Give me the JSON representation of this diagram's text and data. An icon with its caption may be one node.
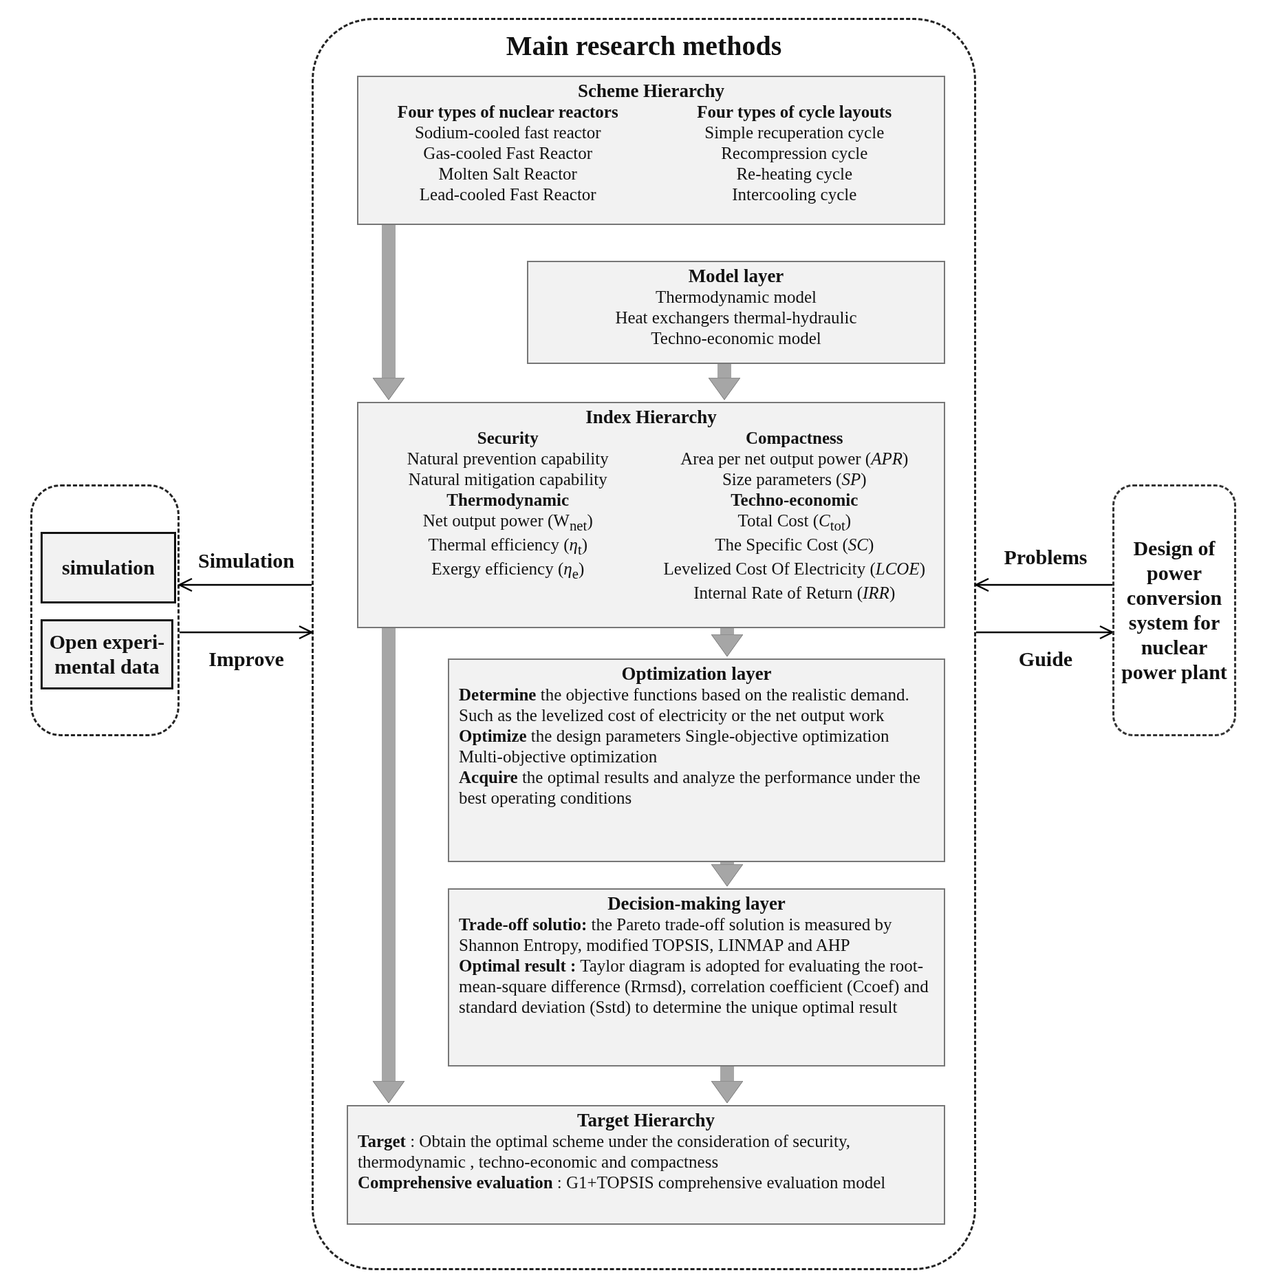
{
  "diagram": {
    "nodes": [
      {
        "text": [
          "Main research methods"
        ]
      },
      {
        "text": [
          "Scheme Hierarchy",
          "Four types of nuclear reactors",
          "Four types of cycle layouts",
          "Sodium-cooled fast reactor",
          "Simple recuperation cycle",
          "Gas-cooled Fast Reactor",
          "Recompression cycle",
          "Molten Salt Reactor",
          "Re-heating cycle",
          "Lead-cooled Fast Reactor",
          "Intercooling cycle"
        ],
        "in": 0
      },
      {
        "text": [
          "Model layer",
          "Thermodynamic model",
          "Heat exchangers thermal-hydraulic",
          "Techno-economic model"
        ],
        "in": 0
      },
      {
        "text": [
          "Index Hierarchy",
          "Security",
          "Compactness",
          "Natural prevention capability",
          "Area per net output power (*APR*)",
          "Natural mitigation capability",
          "Size parameters (*SP*)",
          "Thermodynamic",
          "Techno-economic",
          "Net output power (W$_{net}$)",
          "Total Cost (*C*$_{tot}$)",
          "Thermal efficiency (*η*$_{t}$)",
          "The Specific Cost (*SC*)",
          "Exergy efficiency (*η*$_{e}$)",
          "Levelized Cost Of Electricity (*LCOE*)",
          "Internal Rate of Return (*IRR*)"
        ],
        "in": 0
      },
      {
        "text": [
          "Optimization layer",
          "**Determine** the objective functions based on the realistic demand. Such as the levelized cost of electricity or  the net output work",
          "**Optimize** the design parameters Single-objective optimization Multi-objective optimization",
          "**Acquire** the optimal results and analyze the performance under the best operating conditions"
        ],
        "in": 0
      },
      {
        "text": [
          "Decision-making layer",
          "**Trade-off solutio:** the Pareto trade-off solution is measured by Shannon Entropy, modified TOPSIS, LINMAP and AHP",
          "**Optimal result :** Taylor diagram is adopted for evaluating the root-mean-square difference (Rrmsd), correlation coefficient (Ccoef) and standard deviation (Sstd) to determine the unique optimal result"
        ],
        "in": 0
      },
      {
        "text": [
          "Target Hierarchy",
          "**Target** : Obtain the optimal scheme under the consideration of security, thermodynamic , techno-economic and compactness",
          "**Comprehensive evaluation** : G1+TOPSIS comprehensive evaluation model"
        ],
        "in": 0
      },
      {
        "text": [],
        "shape": "box"
      },
      {
        "text": [
          "simulation"
        ],
        "in": 7
      },
      {
        "text": [
          "Open experi- mental data"
        ],
        "in": 7
      },
      {
        "text": [
          "Design of power conversion system for nuclear power plant"
        ]
      }
    ],
    "edges": [
      {
        "from": 1,
        "to": 3,
        "arrow": "to",
        "color": "#a6a6a6"
      },
      {
        "from": 2,
        "to": 3,
        "arrow": "to",
        "color": "#a6a6a6"
      },
      {
        "from": 3,
        "to": 4,
        "arrow": "to",
        "color": "#a6a6a6"
      },
      {
        "from": 4,
        "to": 5,
        "arrow": "to",
        "color": "#a6a6a6"
      },
      {
        "from": 5,
        "to": 6,
        "arrow": "to",
        "color": "#a6a6a6"
      },
      {
        "from": 3,
        "to": 6,
        "arrow": "to",
        "color": "#a6a6a6"
      },
      {
        "from": 0,
        "to": 7,
        "arrow": "to",
        "label": "Simulation",
        "color": "#000000"
      },
      {
        "from": 7,
        "to": 0,
        "arrow": "to",
        "label": "Improve",
        "color": "#000000"
      },
      {
        "from": 10,
        "to": 0,
        "arrow": "to",
        "label": "Problems",
        "color": "#000000"
      },
      {
        "from": 0,
        "to": 10,
        "arrow": "to",
        "label": "Guide",
        "color": "#000000"
      }
    ]
  }
}
